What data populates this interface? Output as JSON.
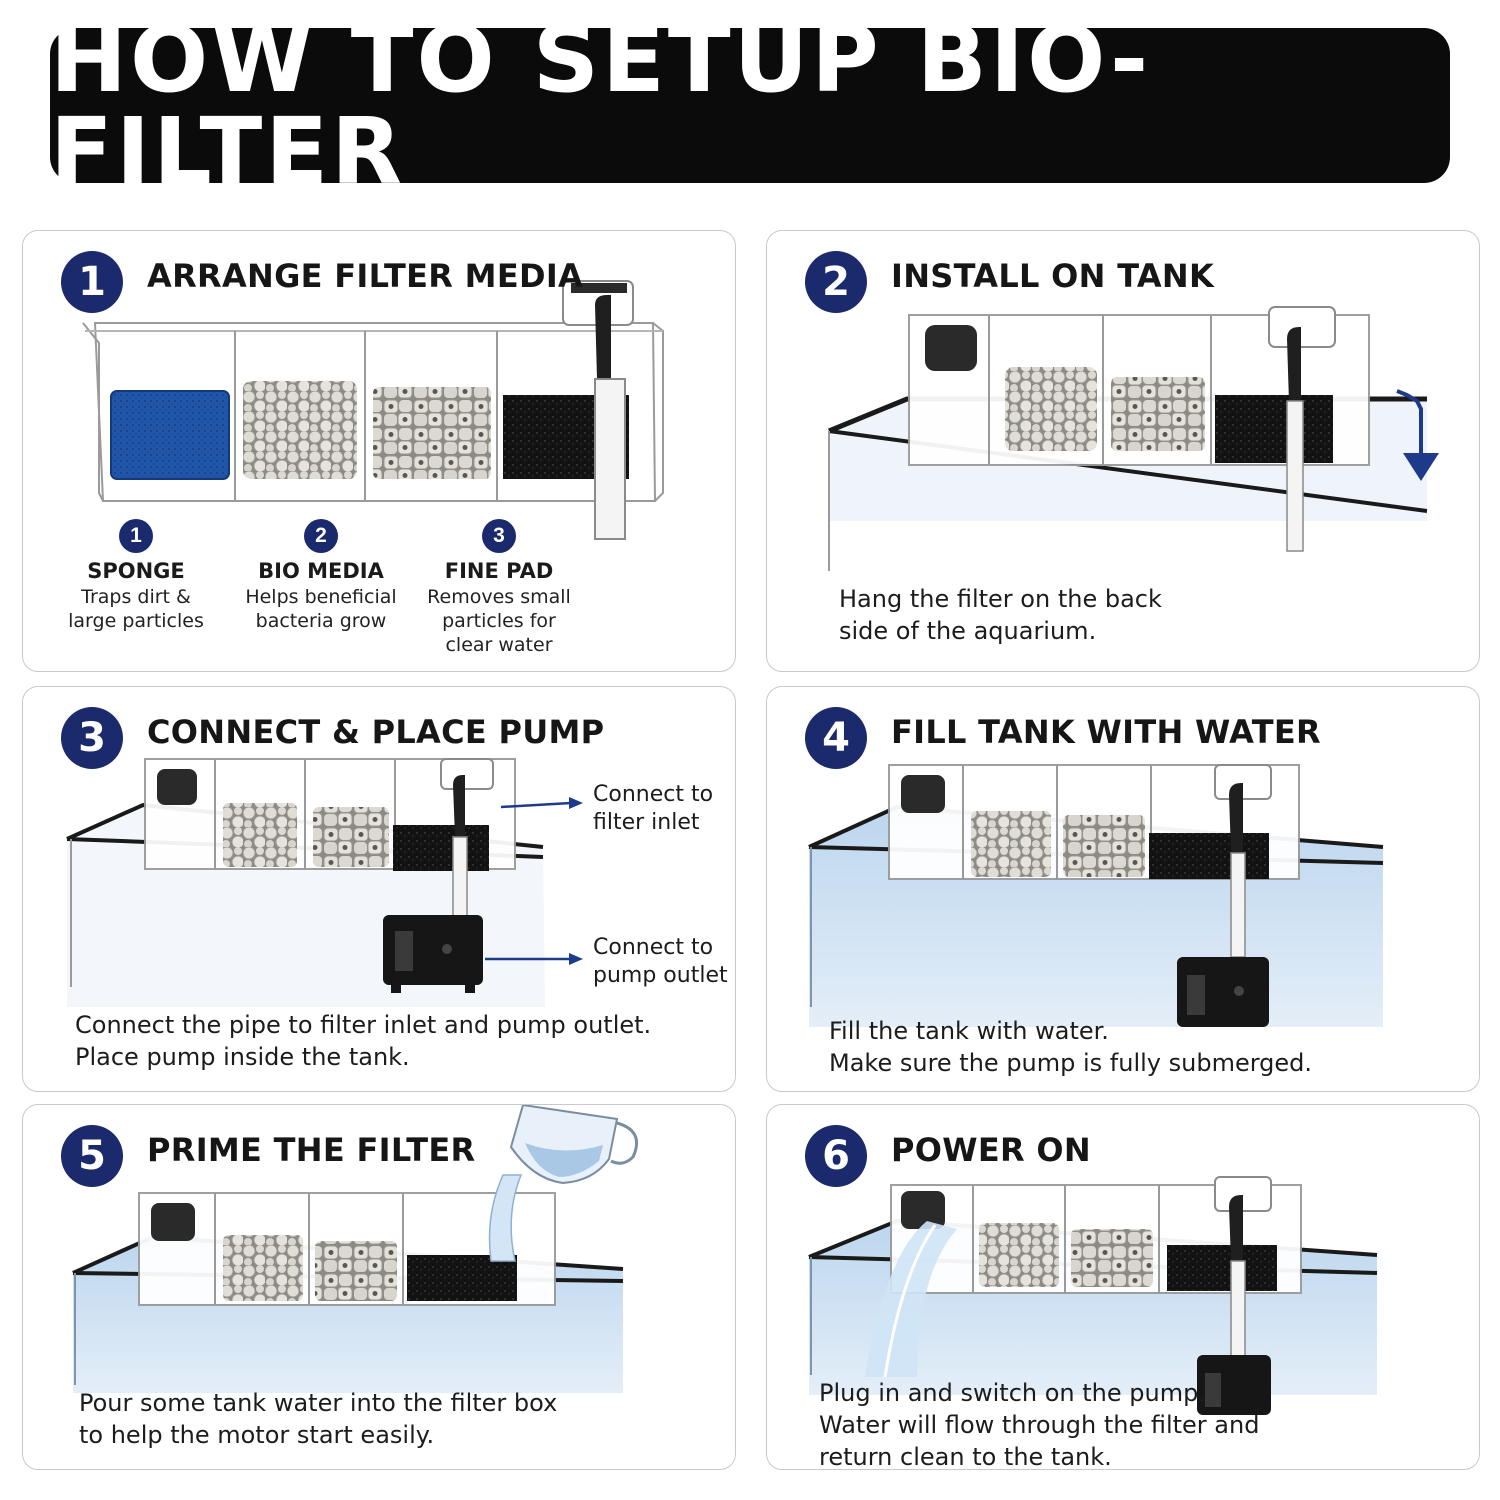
{
  "header": {
    "title": "HOW TO SETUP BIO-FILTER"
  },
  "colors": {
    "accent": "#1a2a6c",
    "banner": "#0b0b0b",
    "water": "#cfe2f3",
    "sponge_blue": "#1f4e9c",
    "fine_pad": "#141414",
    "ceramic": "#dad7d0"
  },
  "steps": [
    {
      "number": "1",
      "title": "ARRANGE FILTER MEDIA",
      "media": [
        {
          "number": "1",
          "name": "SPONGE",
          "desc": [
            "Traps dirt &",
            "large particles"
          ]
        },
        {
          "number": "2",
          "name": "BIO MEDIA",
          "desc": [
            "Helps beneficial",
            "bacteria grow"
          ]
        },
        {
          "number": "3",
          "name": "FINE PAD",
          "desc": [
            "Removes small",
            "particles for",
            "clear water"
          ]
        }
      ]
    },
    {
      "number": "2",
      "title": "INSTALL ON TANK",
      "desc": [
        "Hang the filter on the back",
        "side of the aquarium."
      ]
    },
    {
      "number": "3",
      "title": "CONNECT & PLACE PUMP",
      "callouts": [
        [
          "Connect to",
          "filter inlet"
        ],
        [
          "Connect to",
          "pump outlet"
        ]
      ],
      "desc": [
        "Connect the pipe to filter inlet and pump outlet.",
        "Place pump inside the tank."
      ]
    },
    {
      "number": "4",
      "title": "FILL TANK WITH WATER",
      "desc": [
        "Fill the tank with water.",
        "Make sure the pump is fully submerged."
      ]
    },
    {
      "number": "5",
      "title": "PRIME THE FILTER",
      "desc": [
        "Pour some tank water into the filter box",
        "to help the motor start easily."
      ]
    },
    {
      "number": "6",
      "title": "POWER ON",
      "desc": [
        "Plug in and switch on the pump.",
        "Water will flow through the filter and",
        "return clean to the tank."
      ]
    }
  ]
}
